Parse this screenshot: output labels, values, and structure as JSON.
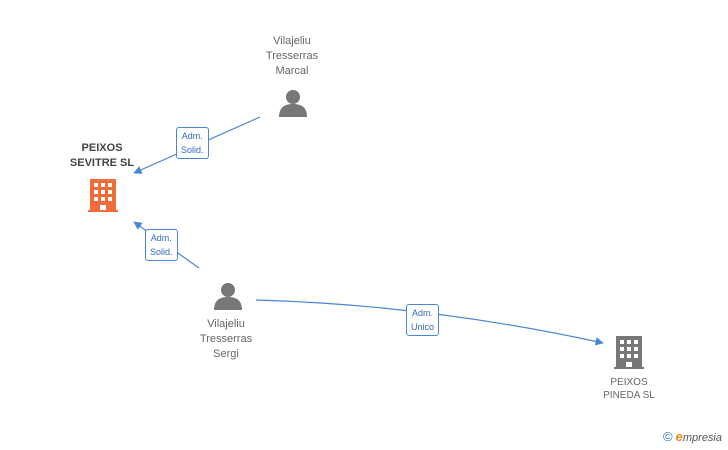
{
  "nodes": {
    "company_main": {
      "name": "PEIXOS\nSEVITRE SL"
    },
    "person_marcal": {
      "name": "Vilajeliu\nTresserras\nMarcal"
    },
    "person_sergi": {
      "name": "Vilajeliu\nTresserras\nSergi"
    },
    "company_pineda": {
      "name": "PEIXOS\nPINEDA SL"
    }
  },
  "edges": [
    {
      "from": "person_marcal",
      "to": "company_main",
      "label": "Adm.\nSolid."
    },
    {
      "from": "person_sergi",
      "to": "company_main",
      "label": "Adm.\nSolid."
    },
    {
      "from": "person_sergi",
      "to": "company_pineda",
      "label": "Adm.\nUnico"
    }
  ],
  "colors": {
    "edge": "#4a86d6",
    "company_main_icon": "#f26b3a",
    "company_icon": "#777777",
    "person_icon": "#777777"
  },
  "footer": {
    "copyright": "©",
    "brand_initial": "e",
    "brand_rest": "mpresia"
  }
}
